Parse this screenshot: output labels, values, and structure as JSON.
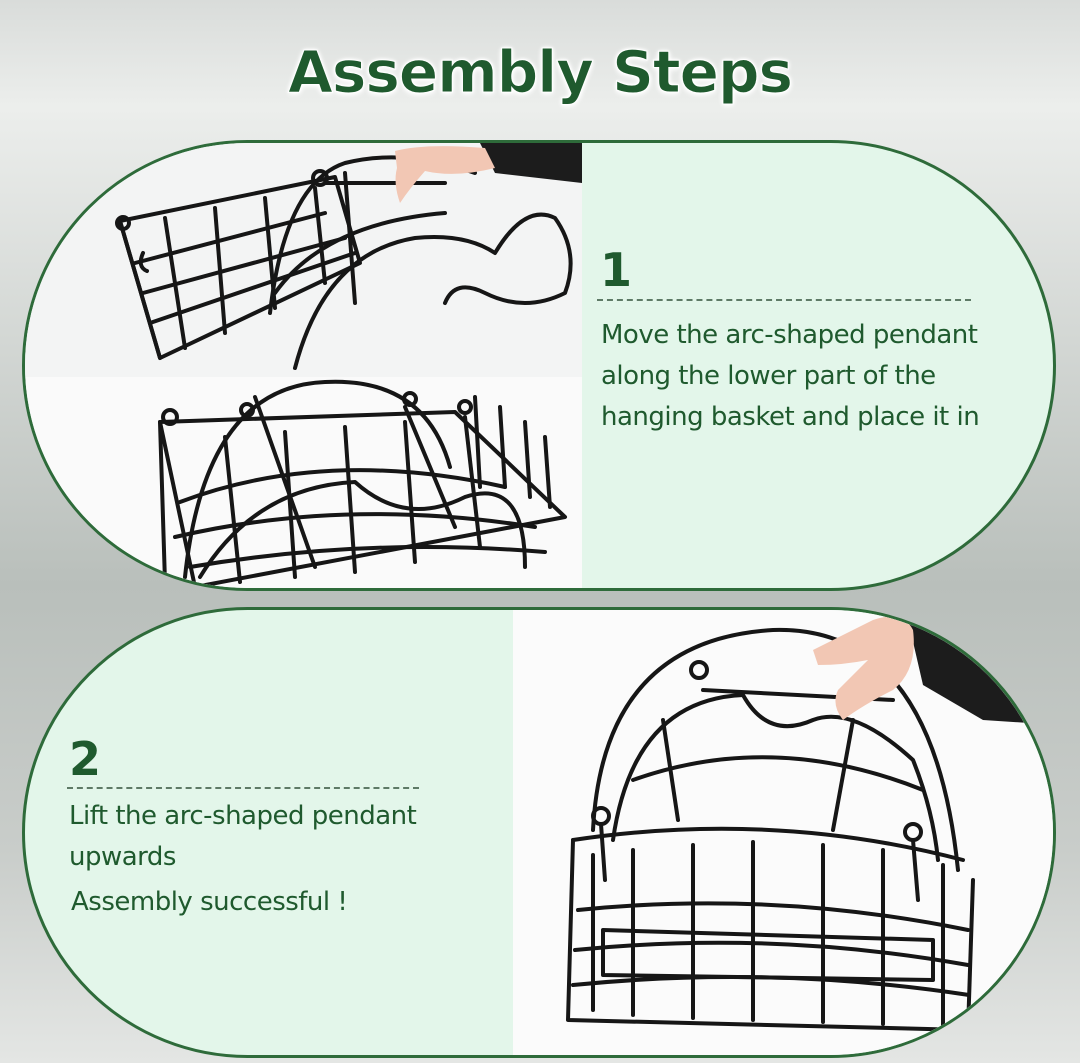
{
  "title": "Assembly Steps",
  "colors": {
    "heading_green": "#1f5a2e",
    "card_background": "#e3f6ea",
    "card_border": "#2e6b3a",
    "wire_black": "#161616"
  },
  "steps": [
    {
      "number": "1",
      "text": "Move the arc-shaped pendant along the lower part of the hanging basket and place it in"
    },
    {
      "number": "2",
      "lines": [
        "Lift the arc-shaped pendant",
        "upwards"
      ],
      "result": "Assembly successful !"
    }
  ]
}
